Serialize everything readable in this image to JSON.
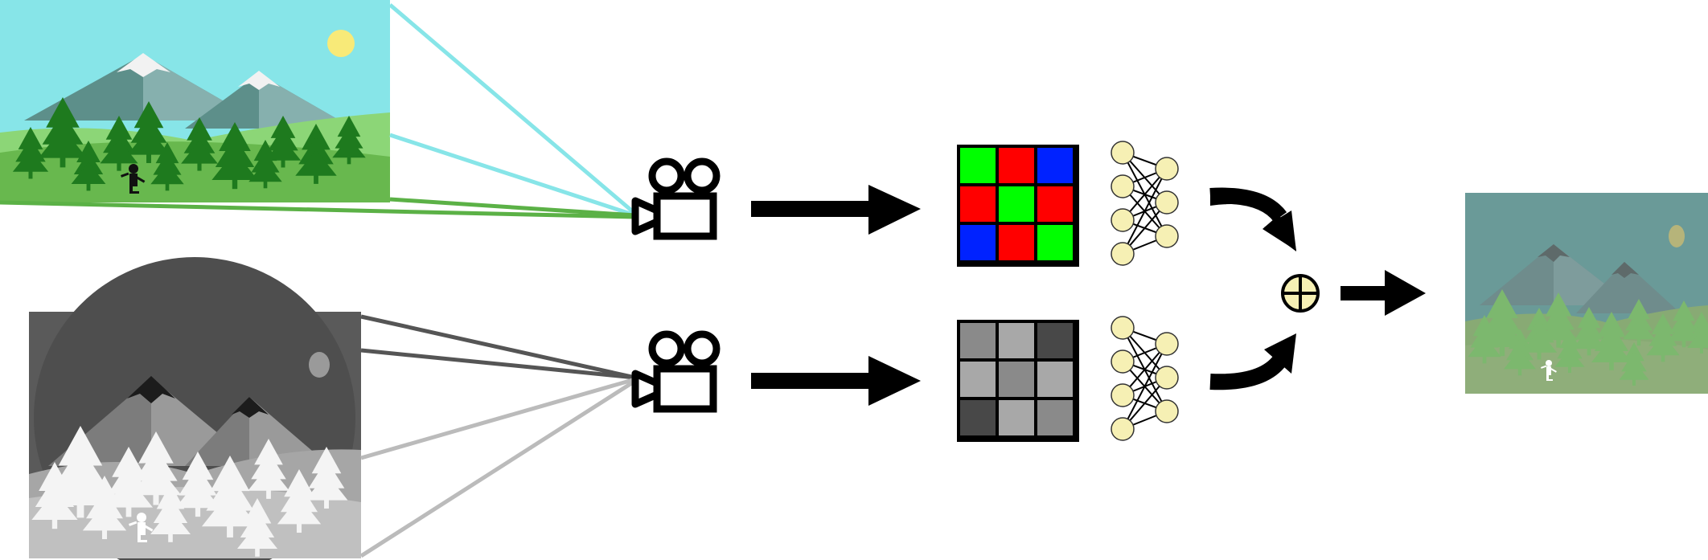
{
  "diagram": {
    "branches": [
      {
        "id": "rgb",
        "input_image": "color-mountain-landscape",
        "sensor": "video-camera-icon",
        "filter": "rgb-color-filter-array"
      },
      {
        "id": "thermal",
        "input_image": "grayscale-mountain-landscape",
        "sensor": "video-camera-icon",
        "filter": "grayscale-filter-grid"
      }
    ],
    "fusion_symbol": "⊕",
    "output_image": "fused-mountain-landscape",
    "colors": {
      "sky": "#87e5e8",
      "grass_light": "#7ecf6a",
      "grass_dark": "#5bb146",
      "tree": "#1e7a1e",
      "filter_red": "#ff0000",
      "filter_green": "#00ff00",
      "filter_blue": "#0022ff",
      "neuron": "#f6f0b4",
      "fov_rgb": "#87e5e8",
      "fov_rgb_ground": "#5bb146",
      "fov_gray_dark": "#555555",
      "fov_gray_light": "#bbbbbb",
      "output_sky": "#6a9a98",
      "output_ground": "#87aa72"
    },
    "filters": {
      "rgb": [
        "green",
        "red",
        "blue",
        "red",
        "green",
        "red",
        "blue",
        "red",
        "green"
      ],
      "gray": [
        "#8a8a8a",
        "#a8a8a8",
        "#484848",
        "#a8a8a8",
        "#8a8a8a",
        "#a8a8a8",
        "#484848",
        "#a8a8a8",
        "#8a8a8a"
      ]
    }
  }
}
